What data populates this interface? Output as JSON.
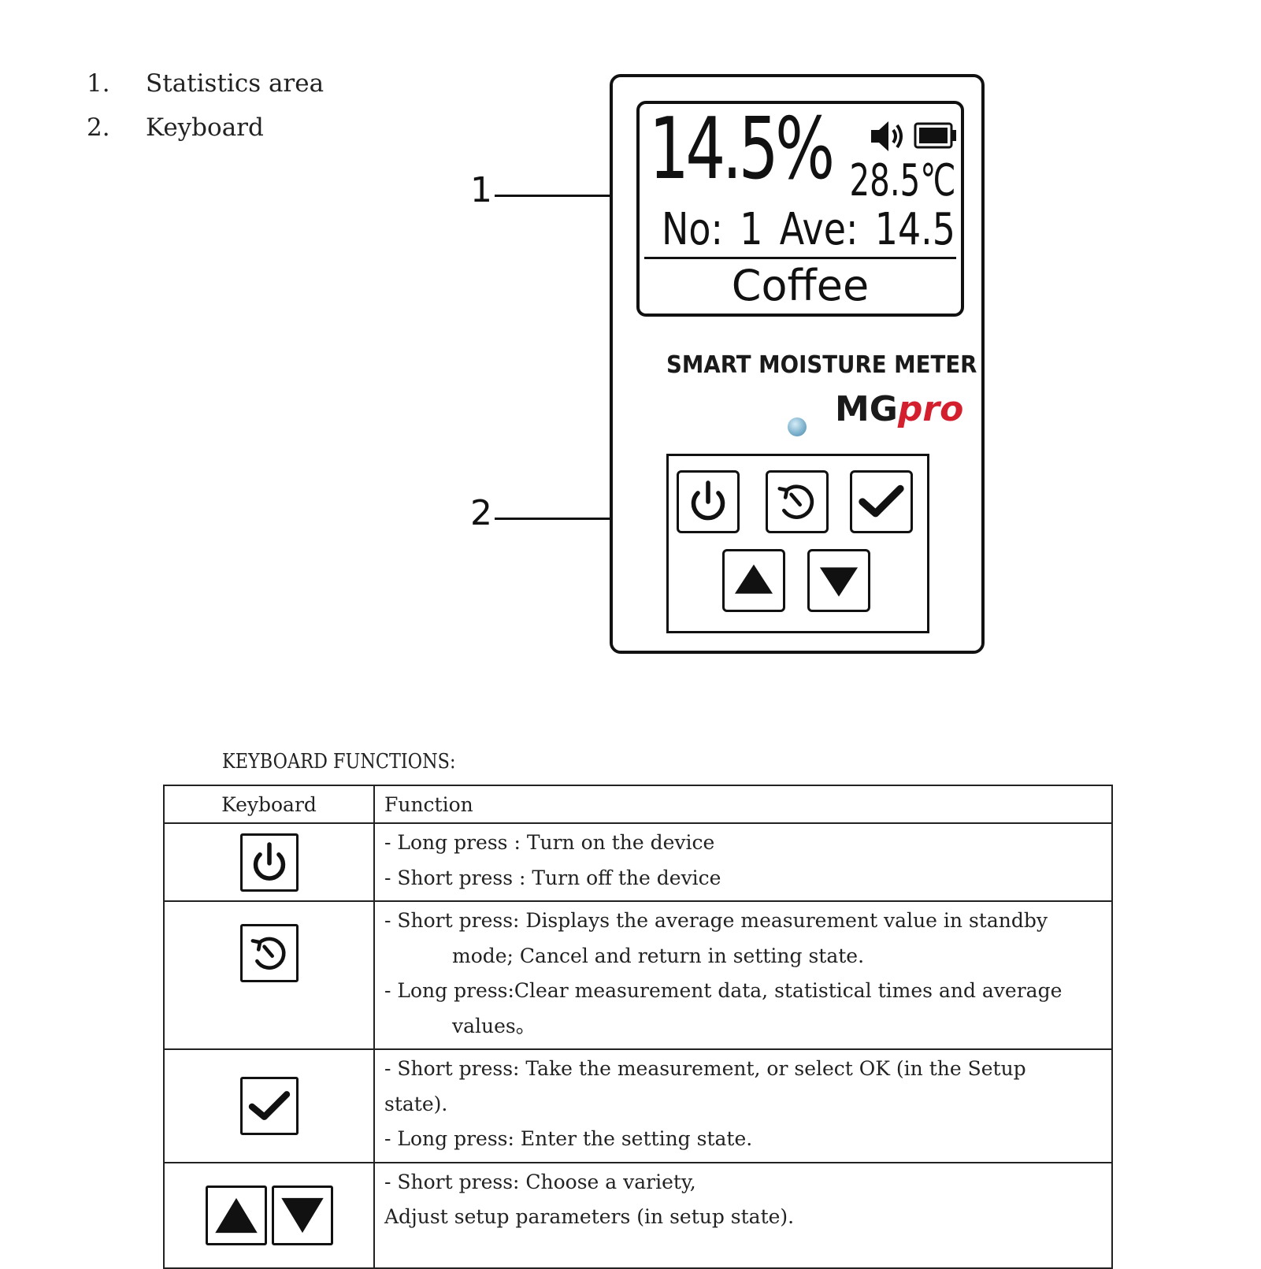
{
  "legend": {
    "items": [
      {
        "num": "1.",
        "label": "Statistics area"
      },
      {
        "num": "2.",
        "label": "Keyboard"
      }
    ]
  },
  "callouts": {
    "one": "1",
    "two": "2"
  },
  "device": {
    "lcd": {
      "moisture": "14.5%",
      "temperature": "28.5℃",
      "count_label": "No:",
      "count_value": "1",
      "average_label": "Ave:",
      "average_value": "14.5",
      "variety": "Coffee",
      "icons": [
        "speaker-icon",
        "battery-icon"
      ]
    },
    "brand_title": "SMART MOISTURE METER",
    "logo_mg": "MG",
    "logo_pro": "pro",
    "colors": {
      "logo_accent": "#d4202e",
      "case_bottom": "#5a5a5a",
      "led": "#7fb3cf"
    },
    "keys": [
      "power-icon",
      "reset-icon",
      "check-icon",
      "arrow-up-icon",
      "arrow-down-icon"
    ]
  },
  "keyboard_functions": {
    "heading": "KEYBOARD FUNCTIONS:",
    "header_keyboard": "Keyboard",
    "header_function": "Function",
    "rows": [
      {
        "icon": "power-icon",
        "lines": [
          "- Long press : Turn on the device",
          "- Short press : Turn off the device"
        ]
      },
      {
        "icon": "reset-icon",
        "lines": [
          "- Short press: Displays the average measurement value in standby",
          "mode; Cancel and return in setting state.",
          "- Long press:Clear measurement data, statistical times and average",
          "values。"
        ]
      },
      {
        "icon": "check-icon",
        "lines": [
          "- Short press: Take the measurement, or select OK (in the Setup",
          "state).",
          "-  Long press: Enter the setting state."
        ]
      },
      {
        "icon": "arrow-up-down-icons",
        "lines": [
          "- Short press: Choose a variety,",
          "Adjust setup parameters (in setup state)."
        ]
      }
    ]
  }
}
